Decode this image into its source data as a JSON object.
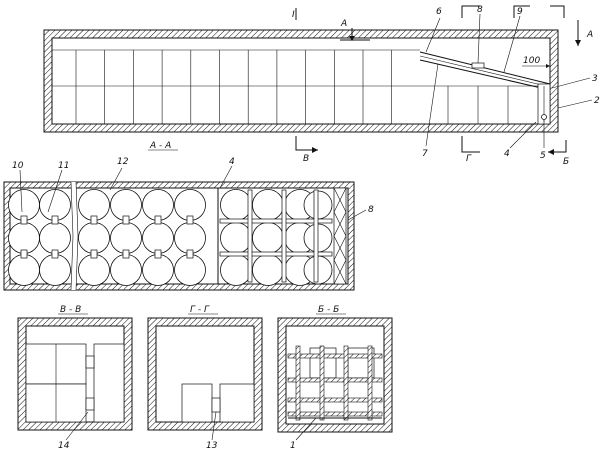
{
  "callouts": {
    "c1": "1",
    "c2": "2",
    "c3": "3",
    "c4": "4",
    "c5": "5",
    "c6": "6",
    "c7": "7",
    "c8": "8",
    "c9": "9",
    "c10": "10",
    "c11": "11",
    "c12": "12",
    "c13": "13",
    "c14": "14",
    "c8b": "8",
    "c4b": "4"
  },
  "dimension": "100",
  "section_marks": {
    "i": "I",
    "a_top": "А",
    "a_right": "А",
    "v": "В",
    "g": "Г",
    "b": "Б"
  },
  "section_titles": {
    "aa": "А - А",
    "vv": "В - В",
    "gg": "Г - Г",
    "bb": "Б - Б"
  }
}
